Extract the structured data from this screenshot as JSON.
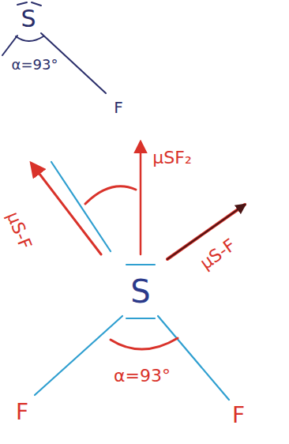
{
  "diagram": {
    "labels": [
      "S",
      "α=93°",
      "F",
      "μS-F",
      "μSF₂",
      "μS-F",
      "S",
      "α=93°",
      "F",
      "F"
    ]
  }
}
